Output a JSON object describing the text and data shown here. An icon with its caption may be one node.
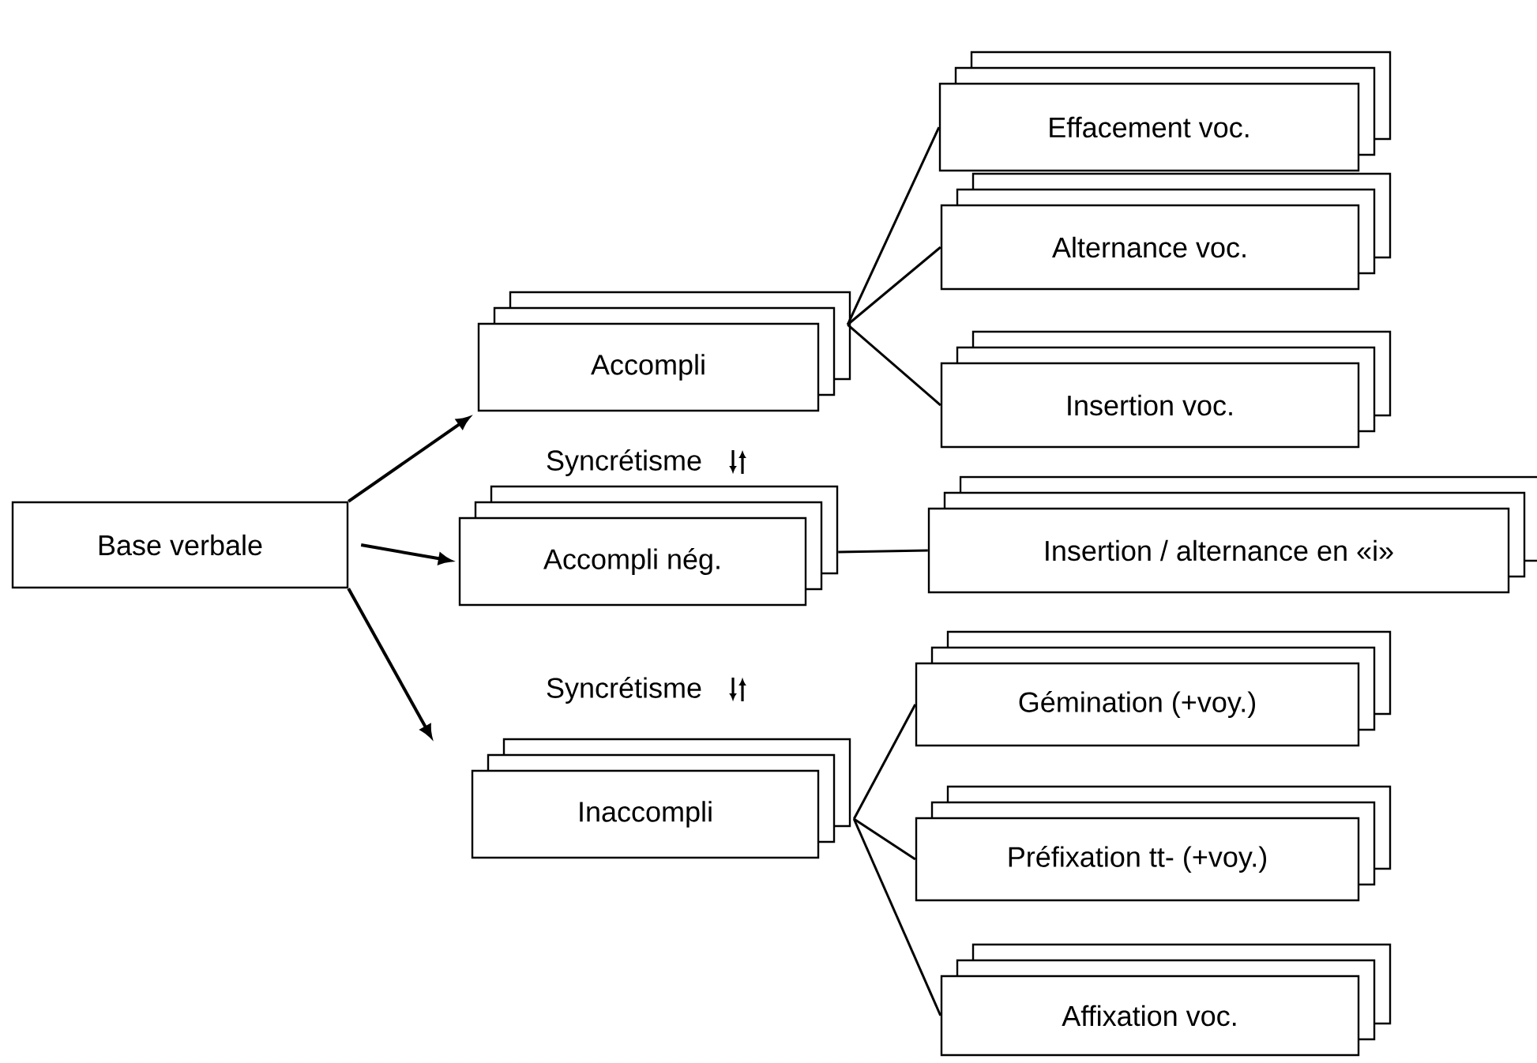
{
  "diagram": {
    "nodes": [
      {
        "text": [
          "Base verbale"
        ]
      },
      {
        "text": [
          "Accompli"
        ]
      },
      {
        "text": [
          "Accompli nég."
        ]
      },
      {
        "text": [
          "Inaccompli"
        ]
      },
      {
        "text": [
          "Effacement voc."
        ]
      },
      {
        "text": [
          "Alternance voc."
        ]
      },
      {
        "text": [
          "Insertion voc."
        ]
      },
      {
        "text": [
          "Insertion / alternance en «i»"
        ]
      },
      {
        "text": [
          "Gémination (+voy.)"
        ]
      },
      {
        "text": [
          "Préfixation tt- (+voy.)"
        ]
      },
      {
        "text": [
          "Affixation voc."
        ]
      }
    ],
    "edges": [
      {
        "from": 0,
        "to": 1,
        "arrow": "to"
      },
      {
        "from": 0,
        "to": 2,
        "arrow": "to"
      },
      {
        "from": 0,
        "to": 3,
        "arrow": "to"
      },
      {
        "from": 1,
        "to": 4,
        "arrow": "none"
      },
      {
        "from": 1,
        "to": 5,
        "arrow": "none"
      },
      {
        "from": 1,
        "to": 6,
        "arrow": "none"
      },
      {
        "from": 2,
        "to": 7,
        "arrow": "none"
      },
      {
        "from": 3,
        "to": 8,
        "arrow": "none"
      },
      {
        "from": 3,
        "to": 9,
        "arrow": "none"
      },
      {
        "from": 3,
        "to": 10,
        "arrow": "none"
      }
    ],
    "labels": [
      "Syncrétisme",
      "Syncrétisme"
    ]
  }
}
